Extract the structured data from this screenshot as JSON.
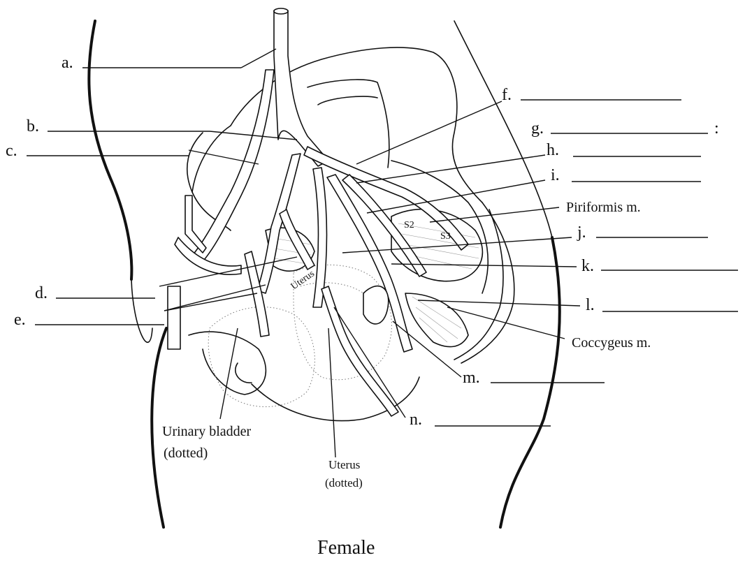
{
  "title": "Female",
  "labels": {
    "a": "a.",
    "b": "b.",
    "c": "c.",
    "d": "d.",
    "e": "e.",
    "f": "f.",
    "g": "g.",
    "h": "h.",
    "i": "i.",
    "j": "j.",
    "k": "k.",
    "l": "l.",
    "m": "m.",
    "n": "n."
  },
  "g_suffix": ":",
  "structures": {
    "piriformis": "Piriformis m.",
    "coccygeus": "Coccygeus m.",
    "bladder_line1": "Urinary bladder",
    "bladder_line2": "(dotted)",
    "uterus_line1": "Uterus",
    "uterus_line2": "(dotted)",
    "uterus_inner": "Uterus",
    "s2": "S2",
    "s3": "S3"
  }
}
